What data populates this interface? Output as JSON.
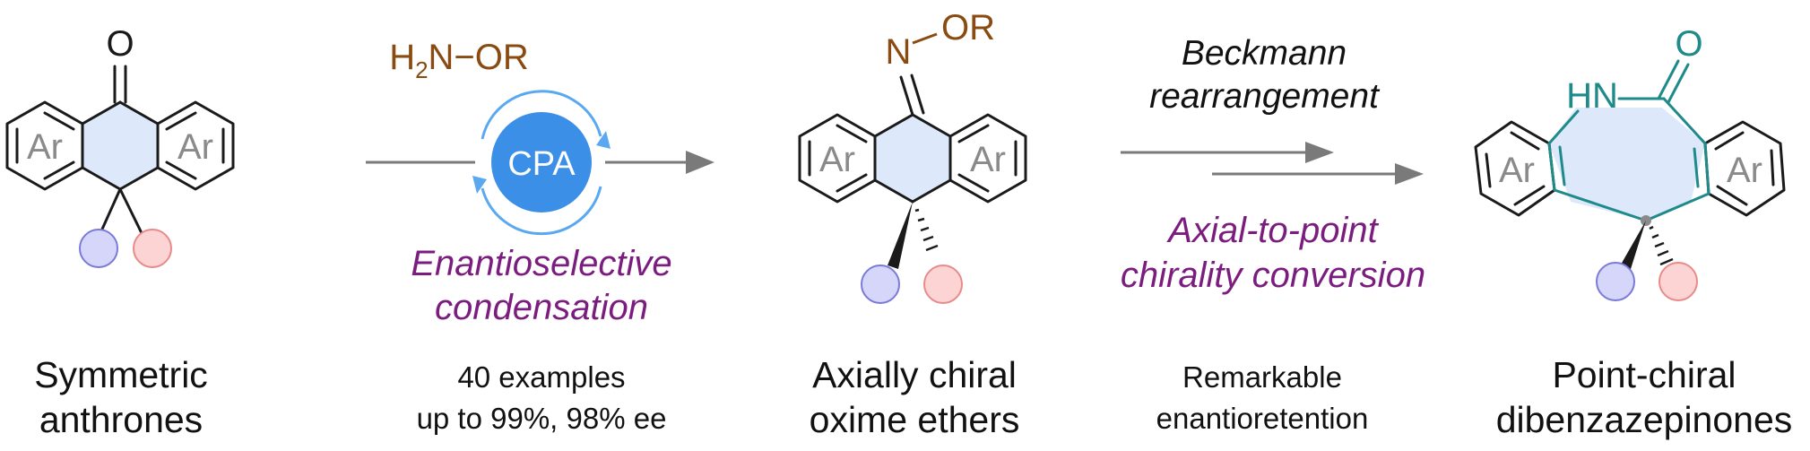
{
  "colors": {
    "bond": "#1a1a1a",
    "ring_fill": "#dde9fa",
    "reagent_brown": "#8a4b12",
    "lactam_teal": "#1f8a8a",
    "cpa_blue": "#3b8fe6",
    "purple_text": "#7b1d7e",
    "substituent_blue": "#d6d6fb",
    "substituent_red": "#fcd4d4",
    "ar_gray": "#8a8a8a",
    "arrow_gray": "#7a7a7a"
  },
  "structures": {
    "anthrone": {
      "carbonyl_o": "O",
      "ar_left": "Ar",
      "ar_right": "Ar"
    },
    "oxime": {
      "n": "N",
      "or_group": "OR",
      "ar_left": "Ar",
      "ar_right": "Ar"
    },
    "azepinone": {
      "nh": "HN",
      "carbonyl_o": "O",
      "ar_left": "Ar",
      "ar_right": "Ar"
    }
  },
  "reagent": {
    "h": "H",
    "sub": "2",
    "rest": "N−OR"
  },
  "catalyst": {
    "label": "CPA",
    "icon": "recycle-arrows-icon"
  },
  "step1": {
    "line1": "Enantioselective",
    "line2": "condensation"
  },
  "step2": {
    "top_line1": "Beckmann",
    "top_line2": "rearrangement",
    "bottom_line1": "Axial-to-point",
    "bottom_line2": "chirality conversion"
  },
  "captions": {
    "c1_line1": "Symmetric",
    "c1_line2": "anthrones",
    "c2_line1": "40 examples",
    "c2_line2": "up to 99%, 98% ee",
    "c3_line1": "Axially chiral",
    "c3_line2": "oxime ethers",
    "c4_line1": "Remarkable",
    "c4_line2": "enantioretention",
    "c5_line1": "Point-chiral",
    "c5_line2": "dibenzazepinones"
  }
}
